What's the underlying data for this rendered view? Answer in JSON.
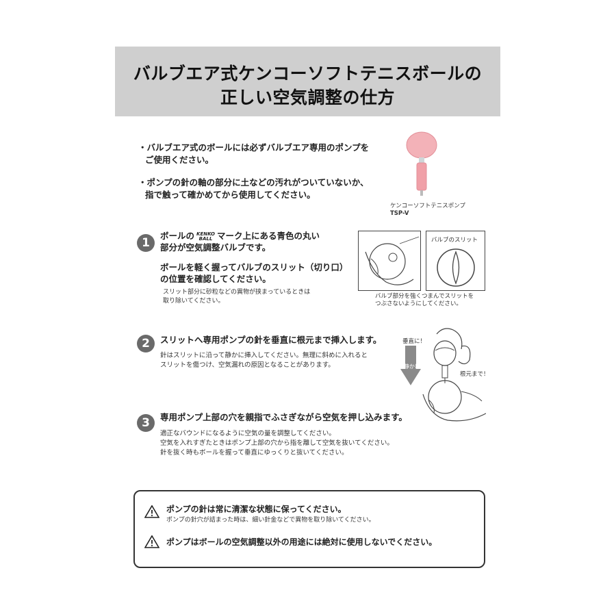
{
  "title": {
    "line1": "バルブエア式ケンコーソフトテニスボールの",
    "line2": "正しい空気調整の仕方"
  },
  "intro": {
    "bullet1_line1": "・バルブエア式のボールには必ずバルブエア専用のポンプを",
    "bullet1_line2": "ご使用ください。",
    "bullet2_line1": "・ポンプの針の軸の部分に土などの汚れがついていないか、",
    "bullet2_line2": "指で触って確かめてから使用してください。"
  },
  "pump": {
    "caption_line1": "ケンコーソフトテニスポンプ",
    "caption_line2": "TSP-V"
  },
  "logo": {
    "line1": "KENKO",
    "line2": "BALL"
  },
  "step1": {
    "number": "1",
    "head_pre": "ボールの",
    "head_post": "マーク上にある青色の丸い",
    "head_line2": "部分が空気調整バルブです。",
    "sub_line1": "ボールを軽く握ってバルブのスリット（切り口）",
    "sub_line2": "の位置を確認してください。",
    "note_line1": "スリット部分に砂粒などの異物が挟まっているときは",
    "note_line2": "取り除いてください。",
    "illus_label": "バルブのスリット",
    "illus_caption_line1": "バルブ部分を強くつまんでスリットを",
    "illus_caption_line2": "つぶさないようにしてください。"
  },
  "step2": {
    "number": "2",
    "head": "スリットへ専用ポンプの針を垂直に根元まで挿入します。",
    "body_line1": "針はスリットに沿って静かに挿入してください。無理に斜めに入れると",
    "body_line2": "スリットを傷つけ、空気漏れの原因となることがあります。",
    "label_vertical": "垂直に！",
    "label_gently": "静かに！",
    "label_root": "根元まで！"
  },
  "step3": {
    "number": "3",
    "head": "専用ポンプ上部の穴を親指でふさぎながら空気を押し込みます。",
    "body_line1": "適正なバウンドになるように空気の量を調整してください。",
    "body_line2": "空気を入れすぎたときはポンプ上部の穴から指を離して空気を抜いてください。",
    "body_line3": "針を抜く時もボールを握って垂直にゆっくりと抜いてください。"
  },
  "warnings": {
    "w1_head": "ポンプの針は常に清潔な状態に保ってください。",
    "w1_sub": "ポンプの針穴が詰まった時は、細い針金などで異物を取り除いてください。",
    "w2_head": "ポンプはボールの空気調整以外の用途には絶対に使用しないでください。"
  },
  "colors": {
    "title_bg": "#cfcfcf",
    "step_circle": "#6a6a6a",
    "pump_pink": "#f0a0a8",
    "arrow_gray": "#8a8a8a"
  }
}
